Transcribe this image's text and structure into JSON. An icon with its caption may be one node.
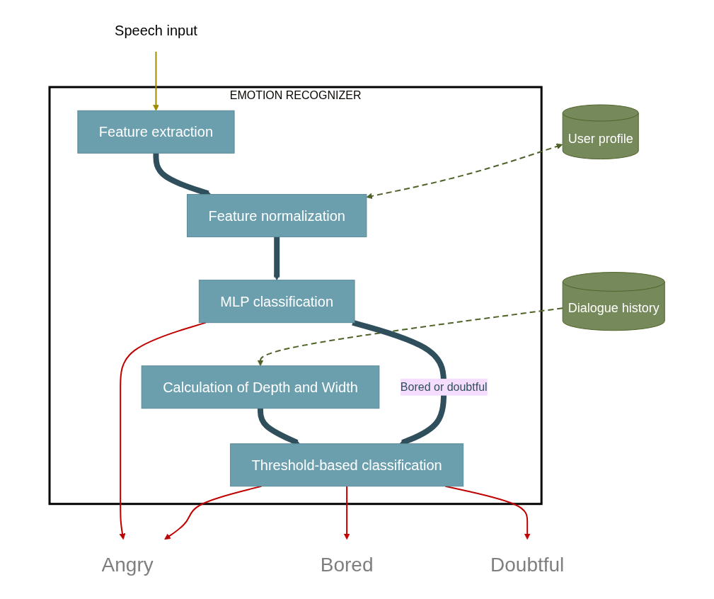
{
  "diagram": {
    "nodes": [
      {
        "text": [
          "EMOTION RECOGNIZER"
        ]
      },
      {
        "text": [
          "Speech input"
        ]
      },
      {
        "text": [
          "User profile"
        ]
      },
      {
        "text": [
          "Dialogue history"
        ]
      },
      {
        "text": [
          "Feature extraction"
        ],
        "in": 0
      },
      {
        "text": [
          "Feature normalization"
        ],
        "in": 0
      },
      {
        "text": [
          "MLP classification"
        ],
        "in": 0
      },
      {
        "text": [
          "Calculation of Depth and Width"
        ],
        "in": 0
      },
      {
        "text": [
          "Threshold-based classification"
        ],
        "in": 0
      },
      {
        "text": [
          "Angry"
        ]
      },
      {
        "text": [
          "Bored"
        ]
      },
      {
        "text": [
          "Doubtful"
        ]
      }
    ],
    "edges": [
      {
        "from": 1,
        "to": 4,
        "arrow": "to",
        "color": "#a08c00"
      },
      {
        "from": 4,
        "to": 5,
        "arrow": "to",
        "style": "thick",
        "color": "#2f4f5c"
      },
      {
        "from": 5,
        "to": 6,
        "arrow": "to",
        "style": "thick",
        "color": "#2f4f5c"
      },
      {
        "from": 2,
        "to": 5,
        "arrow": "both",
        "style": "dashed",
        "color": "#4f6228"
      },
      {
        "from": 3,
        "to": 7,
        "arrow": "to",
        "style": "dashed",
        "color": "#4f6228"
      },
      {
        "from": 7,
        "to": 8,
        "arrow": "to",
        "style": "thick",
        "color": "#2f4f5c"
      },
      {
        "from": 6,
        "to": 8,
        "arrow": "to",
        "style": "thick",
        "color": "#2f4f5c",
        "label": "Bored or doubtful"
      },
      {
        "from": 6,
        "to": 9,
        "arrow": "to",
        "color": "#c00000"
      },
      {
        "from": 8,
        "to": 9,
        "arrow": "to",
        "color": "#c00000"
      },
      {
        "from": 8,
        "to": 10,
        "arrow": "to",
        "color": "#c00000"
      },
      {
        "from": 8,
        "to": 11,
        "arrow": "to",
        "color": "#c00000"
      }
    ]
  }
}
